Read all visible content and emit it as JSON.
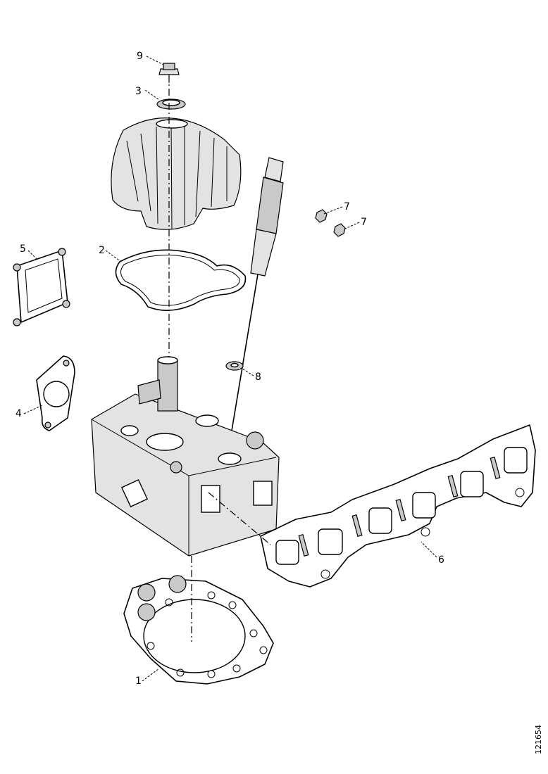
{
  "callouts": {
    "c9": "9",
    "c3": "3",
    "c7a": "7",
    "c7b": "7",
    "c5": "5",
    "c2": "2",
    "c8": "8",
    "c4": "4",
    "c6": "6",
    "c1": "1"
  },
  "reference_code": "121654"
}
